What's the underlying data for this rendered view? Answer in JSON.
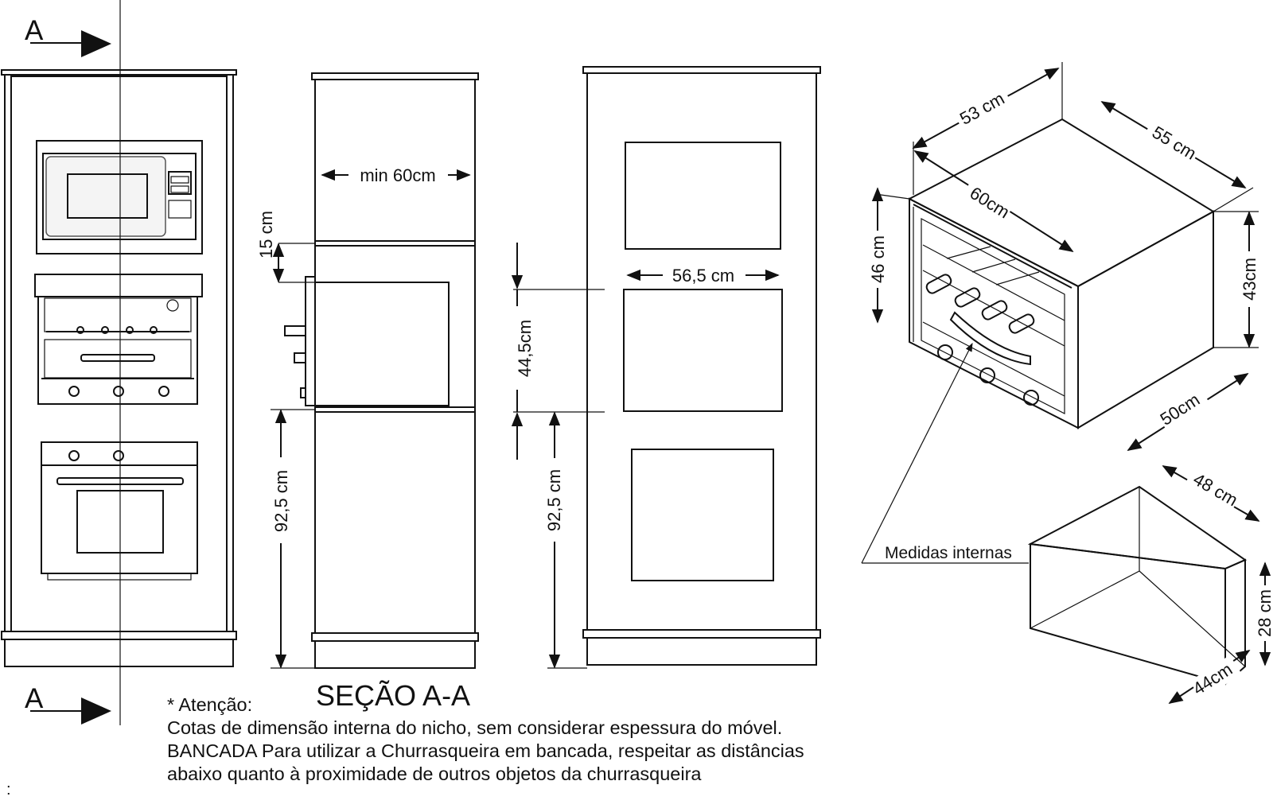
{
  "section_marker": "A",
  "section_title": "SEÇÃO A-A",
  "dimensions": {
    "niche_width": "min 60cm",
    "gap_15": "15 cm",
    "height_925": "92,5 cm",
    "height_445": "44,5cm",
    "width_565": "56,5 cm",
    "oven_depth_53": "53 cm",
    "oven_depth_55": "55 cm",
    "oven_width_60": "60cm",
    "oven_height_46": "46 cm",
    "oven_height_43": "43cm",
    "oven_depth_50": "50cm",
    "internal_48": "48 cm",
    "internal_28": "28 cm",
    "internal_44": "44cm"
  },
  "internal_label": "Medidas internas",
  "notes": {
    "heading": "* Atenção:",
    "line1": "Cotas de dimensão interna do nicho, sem considerar espessura do móvel.",
    "line2": "BANCADA Para utilizar a Churrasqueira em bancada, respeitar as distâncias",
    "line3": "abaixo quanto à proximidade de outros objetos da churrasqueira"
  },
  "stray_mark": ":"
}
